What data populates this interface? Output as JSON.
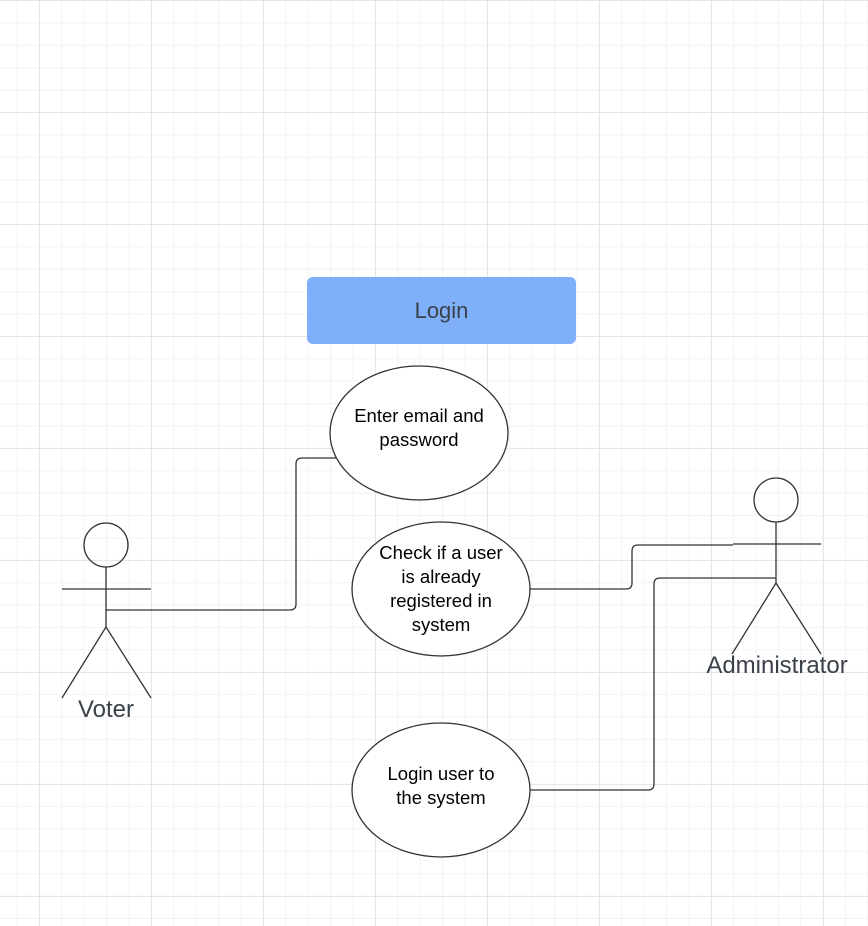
{
  "title": "Login",
  "colors": {
    "title_fill": "#7eaff8",
    "title_text": "#3a414a",
    "line": "#333333",
    "actor_label": "#3a414a"
  },
  "actors": {
    "voter": "Voter",
    "administrator": "Administrator"
  },
  "use_cases": {
    "enter_credentials": "Enter email and password",
    "check_registered": "Check if a user is already registered in system",
    "login_user": "Login user to the system"
  }
}
